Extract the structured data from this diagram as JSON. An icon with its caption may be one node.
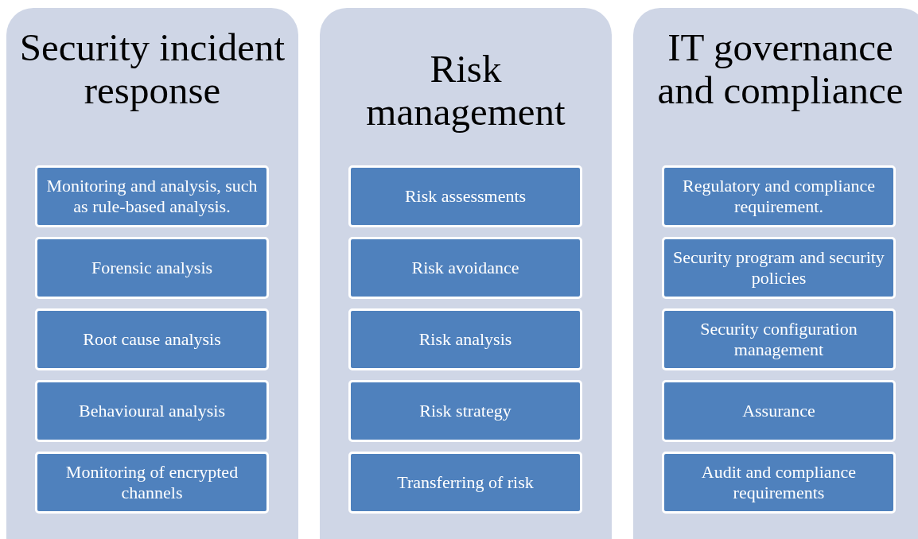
{
  "diagram": {
    "nodes": [
      {
        "text": [
          "Security incident response"
        ]
      },
      {
        "text": [
          "Monitoring and analysis, such as rule-based analysis."
        ],
        "in": 0
      },
      {
        "text": [
          "Forensic analysis"
        ],
        "in": 0
      },
      {
        "text": [
          "Root cause analysis"
        ],
        "in": 0
      },
      {
        "text": [
          "Behavioural analysis"
        ],
        "in": 0
      },
      {
        "text": [
          "Monitoring of encrypted channels"
        ],
        "in": 0
      },
      {
        "text": [
          "Risk management"
        ]
      },
      {
        "text": [
          "Risk assessments"
        ],
        "in": 6
      },
      {
        "text": [
          "Risk avoidance"
        ],
        "in": 6
      },
      {
        "text": [
          "Risk analysis"
        ],
        "in": 6
      },
      {
        "text": [
          "Risk strategy"
        ],
        "in": 6
      },
      {
        "text": [
          "Transferring of risk"
        ],
        "in": 6
      },
      {
        "text": [
          "IT governance and compliance"
        ]
      },
      {
        "text": [
          "Regulatory and compliance requirement."
        ],
        "in": 12
      },
      {
        "text": [
          "Security program and security policies"
        ],
        "in": 12
      },
      {
        "text": [
          "Security configuration management"
        ],
        "in": 12
      },
      {
        "text": [
          "Assurance"
        ],
        "in": 12
      },
      {
        "text": [
          "Audit and compliance requirements"
        ],
        "in": 12
      }
    ]
  }
}
